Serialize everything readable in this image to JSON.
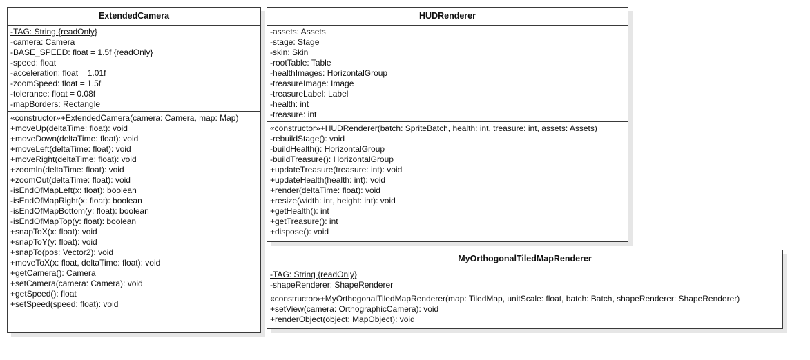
{
  "classes": [
    {
      "name": "ExtendedCamera",
      "attributes": [
        {
          "text": "-TAG: String {readOnly}",
          "static": true
        },
        {
          "text": "-camera: Camera"
        },
        {
          "text": "-BASE_SPEED: float = 1.5f {readOnly}"
        },
        {
          "text": "-speed: float"
        },
        {
          "text": "-acceleration: float = 1.01f"
        },
        {
          "text": "-zoomSpeed: float = 1.5f"
        },
        {
          "text": "-tolerance: float = 0.08f"
        },
        {
          "text": "-mapBorders: Rectangle"
        }
      ],
      "operations": [
        {
          "text": "«constructor»+ExtendedCamera(camera: Camera, map: Map)"
        },
        {
          "text": "+moveUp(deltaTime: float): void"
        },
        {
          "text": "+moveDown(deltaTime: float): void"
        },
        {
          "text": "+moveLeft(deltaTime: float): void"
        },
        {
          "text": "+moveRight(deltaTime: float): void"
        },
        {
          "text": "+zoomIn(deltaTime: float): void"
        },
        {
          "text": "+zoomOut(deltaTime: float): void"
        },
        {
          "text": "-isEndOfMapLeft(x: float): boolean"
        },
        {
          "text": "-isEndOfMapRight(x: float): boolean"
        },
        {
          "text": "-isEndOfMapBottom(y: float): boolean"
        },
        {
          "text": "-isEndOfMapTop(y: float): boolean"
        },
        {
          "text": "+snapToX(x: float): void"
        },
        {
          "text": "+snapToY(y: float): void"
        },
        {
          "text": "+snapTo(pos: Vector2): void"
        },
        {
          "text": "+moveToX(x: float, deltaTime: float): void"
        },
        {
          "text": "+getCamera(): Camera"
        },
        {
          "text": "+setCamera(camera: Camera): void"
        },
        {
          "text": "+getSpeed(): float"
        },
        {
          "text": "+setSpeed(speed: float): void"
        }
      ]
    },
    {
      "name": "HUDRenderer",
      "attributes": [
        {
          "text": "-assets: Assets"
        },
        {
          "text": "-stage: Stage"
        },
        {
          "text": "-skin: Skin"
        },
        {
          "text": "-rootTable: Table"
        },
        {
          "text": "-healthImages: HorizontalGroup"
        },
        {
          "text": "-treasureImage: Image"
        },
        {
          "text": "-treasureLabel: Label"
        },
        {
          "text": "-health: int"
        },
        {
          "text": "-treasure: int"
        }
      ],
      "operations": [
        {
          "text": "«constructor»+HUDRenderer(batch: SpriteBatch, health: int, treasure: int, assets: Assets)"
        },
        {
          "text": "-rebuildStage(): void"
        },
        {
          "text": "-buildHealth(): HorizontalGroup"
        },
        {
          "text": "-buildTreasure(): HorizontalGroup"
        },
        {
          "text": "+updateTreasure(treasure: int): void"
        },
        {
          "text": "+updateHealth(health: int): void"
        },
        {
          "text": "+render(deltaTime: float): void"
        },
        {
          "text": "+resize(width: int, height: int): void"
        },
        {
          "text": "+getHealth(): int"
        },
        {
          "text": "+getTreasure(): int"
        },
        {
          "text": "+dispose(): void"
        }
      ]
    },
    {
      "name": "MyOrthogonalTiledMapRenderer",
      "attributes": [
        {
          "text": "-TAG: String {readOnly}",
          "static": true
        },
        {
          "text": "-shapeRenderer: ShapeRenderer"
        }
      ],
      "operations": [
        {
          "text": "«constructor»+MyOrthogonalTiledMapRenderer(map: TiledMap, unitScale: float, batch: Batch, shapeRenderer: ShapeRenderer)"
        },
        {
          "text": "+setView(camera: OrthographicCamera): void"
        },
        {
          "text": "+renderObject(object: MapObject): void"
        }
      ]
    }
  ]
}
